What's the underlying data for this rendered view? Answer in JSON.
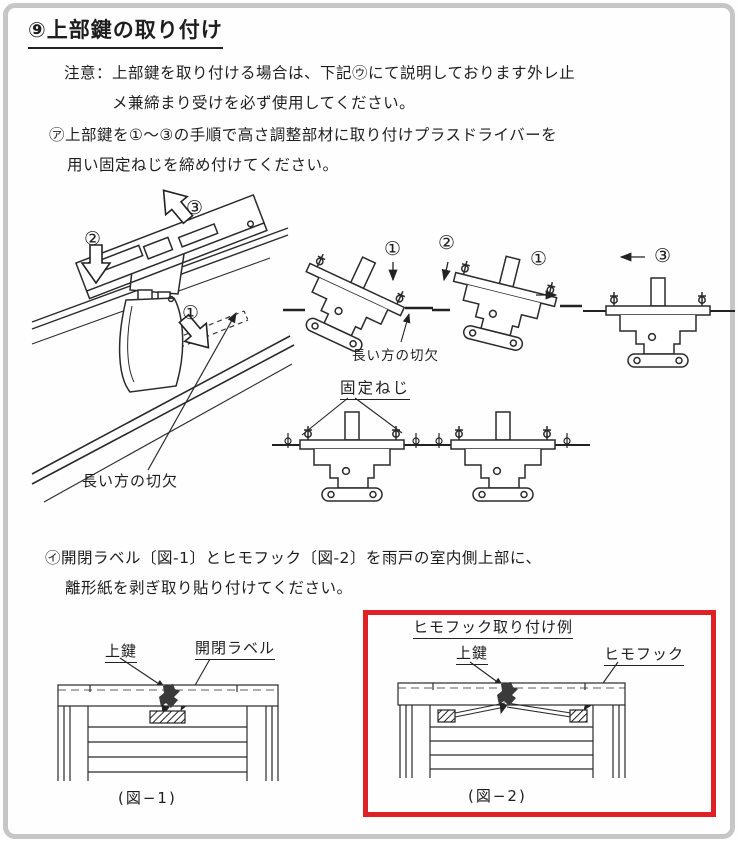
{
  "colors": {
    "highlight_red": "#de2126",
    "frame_gray": "#c6c6c6",
    "ink": "#1e1e1e"
  },
  "title": "⑨上部鍵の取り付け",
  "body": {
    "note_line1": "注意：上部鍵を取り付ける場合は、下記㋒にて説明しております外レ止",
    "note_line2": "メ兼締まり受けを必ず使用してください。",
    "step_a_line1": "㋐上部鍵を①～③の手順で高さ調整部材に取り付けプラスドライバーを",
    "step_a_line2": "用い固定ねじを締め付けてください。",
    "step_b_line1": "㋑開閉ラベル〔図-1〕とヒモフック〔図-2〕を雨戸の室内側上部に、",
    "step_b_line2": "離形紙を剥ぎ取り貼り付けてください。"
  },
  "iso_diagram": {
    "step1": "①",
    "step2": "②",
    "step3": "③",
    "notch_label": "長い方の切欠"
  },
  "step_diagrams": {
    "d1_step": "①",
    "d1_notch_label": "長い方の切欠",
    "d2_step2": "②",
    "d2_step1": "①",
    "d3_step": "③",
    "screw_label": "固定ねじ"
  },
  "figure1": {
    "label_upper_lock": "上鍵",
    "label_open_close": "開閉ラベル",
    "caption": "(図−1)"
  },
  "figure2": {
    "title": "ヒモフック取り付け例",
    "label_upper_lock": "上鍵",
    "label_hook": "ヒモフック",
    "caption": "(図−2)"
  }
}
